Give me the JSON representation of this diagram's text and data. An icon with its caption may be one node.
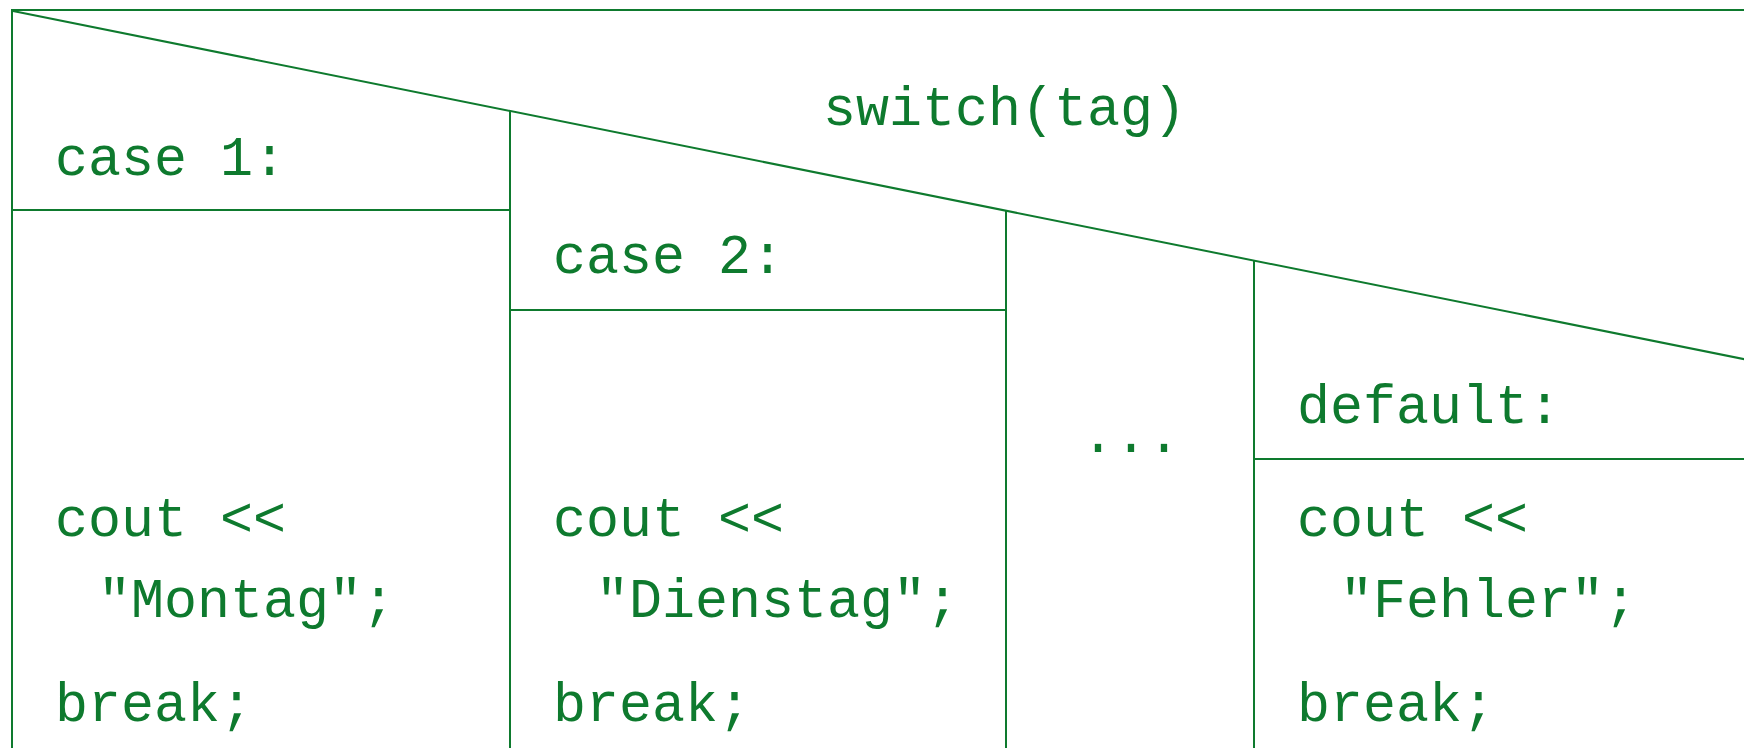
{
  "diagram": {
    "nodes": [
      {
        "text": [
          "switch(tag)"
        ]
      },
      {
        "text": [
          "case 1:",
          "cout << \"Montag\";",
          "break;"
        ],
        "in": 0
      },
      {
        "text": [
          "case 2:",
          "cout << \"Dienstag\";",
          "break;"
        ],
        "in": 0
      },
      {
        "text": [
          "..."
        ],
        "in": 0
      },
      {
        "text": [
          "default:",
          "cout << \"Fehler\";",
          "break;"
        ],
        "in": 0
      }
    ]
  }
}
